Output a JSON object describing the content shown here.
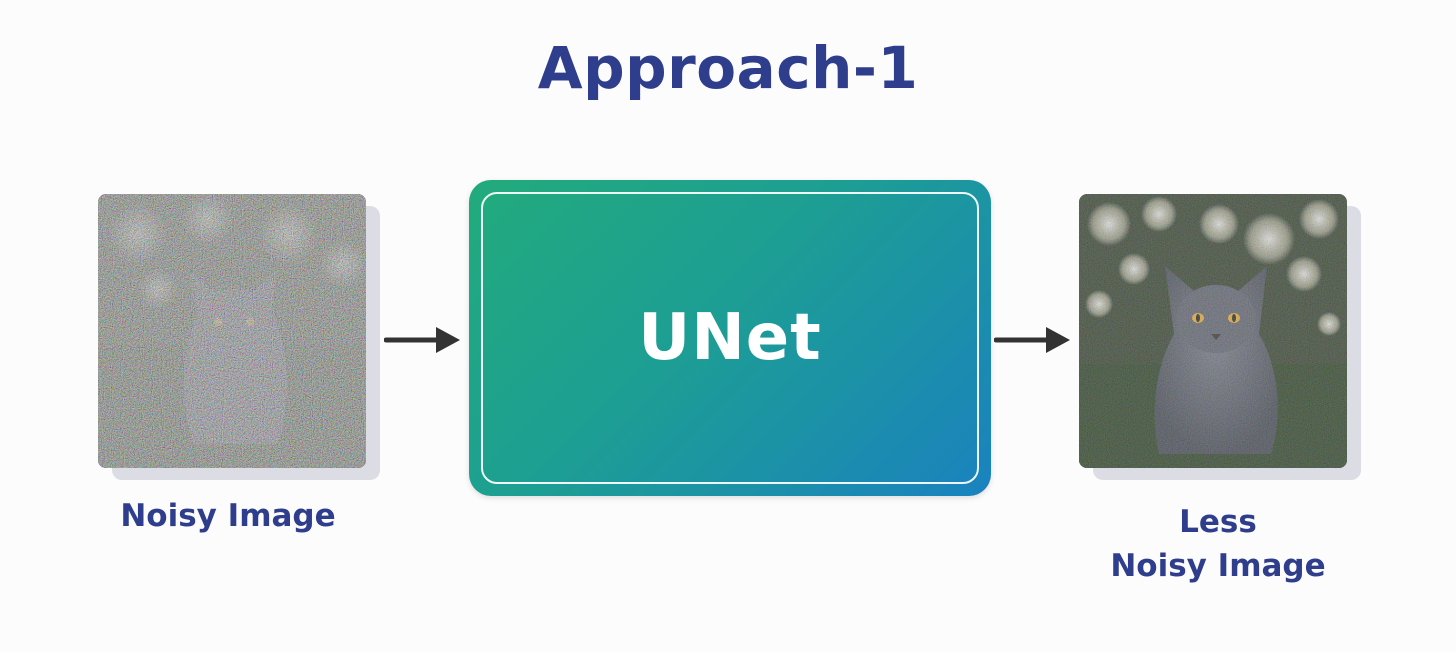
{
  "title": "Approach-1",
  "input": {
    "caption": "Noisy Image"
  },
  "model": {
    "label": "UNet"
  },
  "output": {
    "caption_line1": "Less",
    "caption_line2": "Noisy Image"
  },
  "colors": {
    "text_primary": "#2e3e8c",
    "arrow": "#333333",
    "gradient_start": "#22ab7c",
    "gradient_end": "#1a82bf",
    "shadow": "#dcdde4"
  },
  "icons": {
    "arrow_in": "arrow-right-icon",
    "arrow_out": "arrow-right-icon"
  }
}
